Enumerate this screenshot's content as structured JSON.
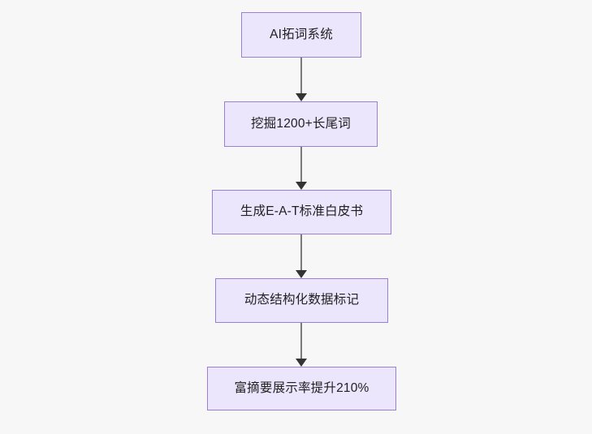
{
  "diagram": {
    "type": "flowchart",
    "orientation": "top-to-bottom",
    "background_color": "#f7f7f7",
    "node_fill_color": "#ebe6fc",
    "node_border_color": "#9b7fd4",
    "node_text_color": "#1f1f1f",
    "connector_line_color": "#7a7a7a",
    "connector_arrowhead_color": "#333333",
    "nodes": [
      {
        "id": "node-0",
        "label": "AI拓词系统"
      },
      {
        "id": "node-1",
        "label": "挖掘1200+长尾词"
      },
      {
        "id": "node-2",
        "label": "生成E-A-T标准白皮书"
      },
      {
        "id": "node-3",
        "label": "动态结构化数据标记"
      },
      {
        "id": "node-4",
        "label": "富摘要展示率提升210%"
      }
    ],
    "edges": [
      {
        "id": "connector-0",
        "from": "node-0",
        "to": "node-1",
        "direction": "down"
      },
      {
        "id": "connector-1",
        "from": "node-1",
        "to": "node-2",
        "direction": "down"
      },
      {
        "id": "connector-2",
        "from": "node-2",
        "to": "node-3",
        "direction": "down"
      },
      {
        "id": "connector-3",
        "from": "node-3",
        "to": "node-4",
        "direction": "down"
      }
    ]
  }
}
